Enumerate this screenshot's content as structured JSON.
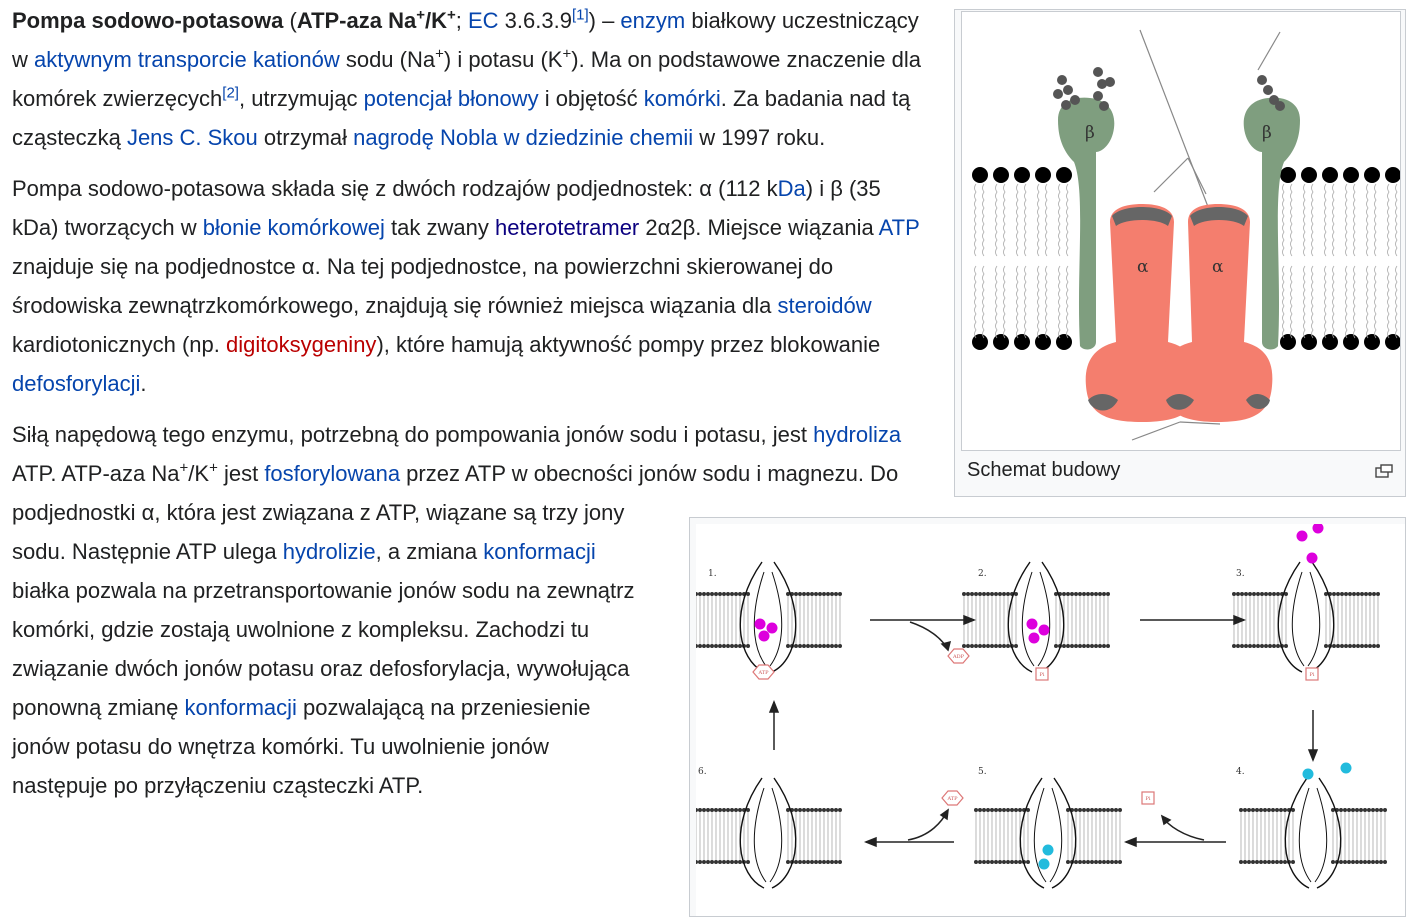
{
  "figure1": {
    "caption": "Schemat budowy",
    "beta_label": "β",
    "alpha_label": "α"
  },
  "figure2": {
    "step_labels": [
      "1.",
      "2.",
      "3.",
      "4.",
      "5.",
      "6."
    ],
    "atp_label": "ATP",
    "adp_label": "ADP",
    "pi_label": "Pi"
  },
  "paragraph1": {
    "title": "Pompa sodowo-potasowa",
    "t1": " (",
    "atpase": "ATP-aza Na",
    "plus": "+",
    "slash_k": "/K",
    "semicolon": "; ",
    "ec_link": "EC",
    "ec_number": " 3.6.3.9",
    "ref1": "[1]",
    "dash": ") – ",
    "enzyme_link": "enzym",
    "t2": " białkowy uczestniczący w ",
    "active_transport_link": "aktywnym transporcie",
    "space": " ",
    "cations_link": "kationów",
    "t3": " sodu (Na",
    "t4": ") i potasu (K",
    "t5": "). Ma on podstawowe znaczenie dla komórek zwierzęcych",
    "ref2": "[2]",
    "t6": ", utrzymując ",
    "membrane_potential_link": "potencjał błonowy",
    "t7": " i objętość ",
    "cell_link": "komórki",
    "t8": ". Za badania nad tą cząsteczką ",
    "skou_link": "Jens C. Skou",
    "t9": " otrzymał ",
    "nobel_link": "nagrodę Nobla w dziedzinie chemii",
    "t10": " w 1997 roku."
  },
  "paragraph2": {
    "t1": "Pompa sodowo-potasowa składa się z dwóch rodzajów podjednostek: α (112 k",
    "da_link": "Da",
    "t2": ") i β (35 kDa) tworzących w ",
    "cell_membrane_link": "błonie komórkowej",
    "t3": " tak zwany ",
    "heterotetramer_link": "heterotetramer",
    "t4": " 2α2β. Miejsce wiązania ",
    "atp_link": "ATP",
    "t5": " znajduje się na podjednostce α. Na tej podjednostce, na powierzchni skierowanej do środowiska zewnątrzkomórkowego, znajdują się również miejsca wiązania dla ",
    "steroids_link": "steroidów",
    "t6": " kardiotonicznych (np. ",
    "digitoxigenin_link": "digitoksygeniny",
    "t7": "), które hamują aktywność pompy przez blokowanie ",
    "dephosphorylation_link": "defosforylacji",
    "t8": "."
  },
  "paragraph3": {
    "t1": "Siłą napędową tego enzymu, potrzebną do pompowania jonów sodu i potasu, jest ",
    "hydrolysis_link": "hydroliza",
    "t2": " ATP. ATP-aza Na",
    "plus": "+",
    "slash_k": "/K",
    "t3": " jest ",
    "phosphorylated_link": "fosforylowana",
    "t4": " przez ATP w obecności jonów sodu i magnezu. Do podjednostki α, która jest związana z ATP, wiązane są trzy jony sodu. Następnie ATP ulega ",
    "hydrolysis2_link": "hydrolizie",
    "t5": ", a zmiana ",
    "conformation_link": "konformacji",
    "t6": " białka pozwala na przetransportowanie jonów sodu na zewnątrz komórki, gdzie zostają uwolnione z kompleksu. Zachodzi tu związanie dwóch jonów potasu oraz defosforylacja, wywołująca ponowną zmianę ",
    "conformation2_link": "konformacji",
    "t7": " pozwalającą na przeniesienie jonów potasu do wnętrza komórki. Tu uwolnienie jonów następuje po przyłączeniu cząsteczki ATP."
  },
  "colors": {
    "link": "#0645ad",
    "visited_link": "#0b0080",
    "new_link": "#ba0000",
    "text": "#202122",
    "beta_subunit": "#7f9e7f",
    "alpha_subunit": "#f47e6e",
    "sodium_ion": "#dd00dd",
    "potassium_ion": "#22bbdd"
  }
}
